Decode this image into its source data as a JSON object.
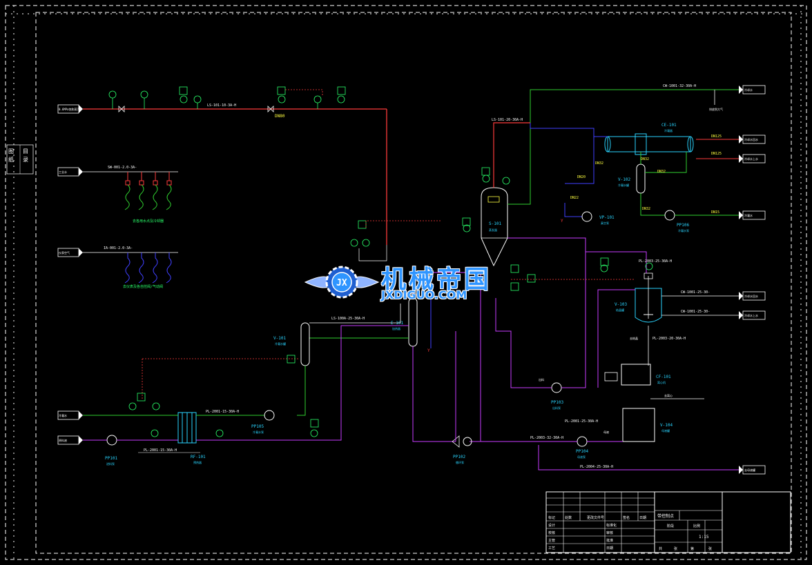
{
  "colors": {
    "bg": "#000000",
    "frame": "#ffffff",
    "steam": "#ff3b3b",
    "process": "#c83cff",
    "water": "#30d030",
    "blue": "#4040ff",
    "instrument": "#2aff6a",
    "cyan": "#2ad4ff",
    "yellow": "#ffff40",
    "signal": "#ff3b3b"
  },
  "watermark": {
    "cn": "机械帝国",
    "en": "JXDIGUO.COM"
  },
  "lines": {
    "steam_main": "LS-101-10-3A-H",
    "steam_dn": "DN80",
    "sw_line": "SW-001-2.0-3A-",
    "ia_line": "IA-001-2.0-3A-",
    "ls_evap": "LS-101-20-30A-H",
    "cw_top": "CW-1001-32-30A-H",
    "ls_preheat": "LS-100A-25-30A-H",
    "pl_feed": "PL-2001-15-30A-H",
    "pl_pump": "PL-2001-15-30A-H",
    "pl_tank": "PL-2001-25-30A-H",
    "pl_103": "PL-2003-32-30A-H",
    "pl_104": "PL-2003-25-30A-H",
    "pl_bottom": "PL-2004-25-30A-H",
    "cw_r1": "CW-1001-25-30-",
    "cw_r2": "CW-1001-25-30-",
    "pl_crys": "PL-2003-20-30A-H"
  },
  "equipment": {
    "s101": {
      "tag": "S-101",
      "name": "蒸发器"
    },
    "e101": {
      "tag": "E-101",
      "name": "加热器"
    },
    "v101": {
      "tag": "V-101",
      "name": "冷凝水罐"
    },
    "ce101": {
      "tag": "CE-101",
      "name": "冷凝器"
    },
    "v102": {
      "tag": "V-102",
      "name": "冷凝水罐"
    },
    "vp101": {
      "tag": "VP-101",
      "name": "真空泵"
    },
    "pp106": {
      "tag": "PP106",
      "name": "冷凝水泵"
    },
    "v103": {
      "tag": "V-103",
      "name": "结晶罐"
    },
    "cf101": {
      "tag": "CF-101",
      "name": "离心机"
    },
    "v104": {
      "tag": "V-104",
      "name": "母液罐"
    },
    "pp103": {
      "tag": "PP103",
      "name": "出料泵"
    },
    "pp104": {
      "tag": "PP104",
      "name": "母液泵"
    },
    "pp102": {
      "tag": "PP102",
      "name": "循环泵"
    },
    "pp101": {
      "tag": "PP101",
      "name": "进料泵"
    },
    "pp105": {
      "tag": "PP105",
      "name": "冷凝水泵"
    },
    "rf101": {
      "tag": "RF-101",
      "name": "预热器"
    }
  },
  "notes": {
    "sw_note": "去各用水点及冷却器",
    "ia_note": "去仪表及各自控阀/气动阀",
    "vent": "排放到大气",
    "dn20": "DN20",
    "dn22": "DN22",
    "dn32a": "DN32",
    "dn32b": "DN32",
    "dn32c": "DN32",
    "dn32d": "DN32",
    "dn125a": "DN125",
    "dn125b": "DN125",
    "dn15": "DN15",
    "to_crys": "去结晶",
    "out1": "出料",
    "out2": "母液",
    "out3": "去离心"
  },
  "terminals": {
    "steam_in": "0.6MPa饱和蒸汽",
    "sw_in": "工业水",
    "ia_in": "仪表空气",
    "cond_out": "冷凝水",
    "feed_in": "原料液",
    "cw_top": "冷却水",
    "cw1_out": "冷却水回水",
    "cw1_in": "冷却水上水",
    "dn15_out": "冷凝水",
    "cw2_out": "冷却水回水",
    "cw2_in": "冷却水上水",
    "bottom_out": "去母液罐"
  },
  "legend_side": [
    "图",
    "纸",
    "目",
    "录"
  ],
  "title_block": {
    "project": "带控制点",
    "header_row": [
      "标记",
      "处数",
      "更改文件号",
      "签名",
      "日期"
    ],
    "role_rows": [
      [
        "设计",
        "",
        "标准化",
        ""
      ],
      [
        "校核",
        "",
        "审核",
        ""
      ],
      [
        "主管",
        "",
        "批准",
        ""
      ],
      [
        "工艺",
        "",
        "日期",
        ""
      ]
    ],
    "stage_labels": [
      "阶段",
      "比例"
    ],
    "scale": "1:15",
    "sheet_labels": [
      "共",
      "张",
      "第",
      "张"
    ]
  }
}
